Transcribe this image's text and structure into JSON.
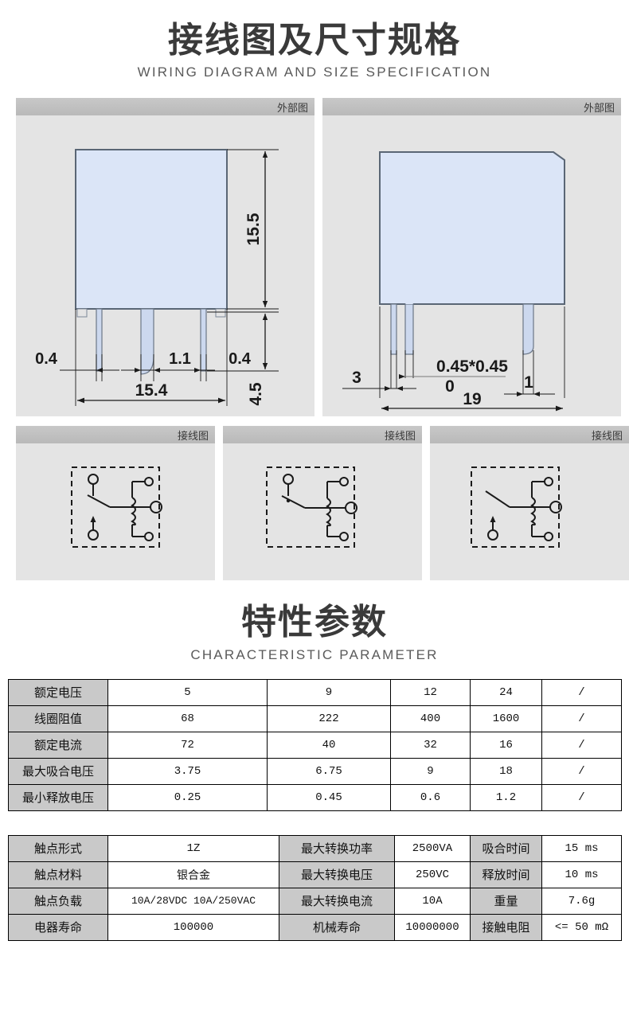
{
  "sections": {
    "wiring": {
      "title_cn": "接线图及尺寸规格",
      "title_en": "WIRING DIAGRAM AND SIZE SPECIFICATION"
    },
    "characteristic": {
      "title_cn": "特性参数",
      "title_en": "CHARACTERISTIC PARAMETER"
    }
  },
  "panels": {
    "outer_left": {
      "bar_label": "外部图",
      "dims": {
        "height": "15.5",
        "pin_width_left": "0.4",
        "pin_pitch": "1.1",
        "pin_width_right": "0.4",
        "total_width": "15.4",
        "pin_length": "4.5"
      }
    },
    "outer_right": {
      "bar_label": "外部图",
      "dims": {
        "edge": "3",
        "pin_section": "0.45*0.45",
        "zero": "0",
        "gap": "1",
        "total_width": "19"
      }
    },
    "wiring_1": {
      "bar_label": "接线图"
    },
    "wiring_2": {
      "bar_label": "接线图"
    },
    "wiring_3": {
      "bar_label": "接线图"
    }
  },
  "table_coil": {
    "rows": [
      {
        "label": "额定电压",
        "values": [
          "5",
          "9",
          "12",
          "24",
          "/"
        ]
      },
      {
        "label": "线圈阻值",
        "values": [
          "68",
          "222",
          "400",
          "1600",
          "/"
        ]
      },
      {
        "label": "额定电流",
        "values": [
          "72",
          "40",
          "32",
          "16",
          "/"
        ]
      },
      {
        "label": "最大吸合电压",
        "values": [
          "3.75",
          "6.75",
          "9",
          "18",
          "/"
        ]
      },
      {
        "label": "最小释放电压",
        "values": [
          "0.25",
          "0.45",
          "0.6",
          "1.2",
          "/"
        ]
      }
    ]
  },
  "table_contact": {
    "rows": [
      {
        "l1": "触点形式",
        "v1": "1Z",
        "l2": "最大转换功率",
        "v2": "2500VA",
        "l3": "吸合时间",
        "v3": "15 ms"
      },
      {
        "l1": "触点材料",
        "v1": "银合金",
        "l2": "最大转换电压",
        "v2": "250VC",
        "l3": "释放时间",
        "v3": "10 ms"
      },
      {
        "l1": "触点负载",
        "v1": "10A/28VDC 10A/250VAC",
        "l2": "最大转换电流",
        "v2": "10A",
        "l3": "重量",
        "v3": "7.6g"
      },
      {
        "l1": "电器寿命",
        "v1": "100000",
        "l2": "机械寿命",
        "v2": "10000000",
        "l3": "接触电阻",
        "v3": "<= 50 mΩ"
      }
    ]
  },
  "colors": {
    "body_fill": "#dbe5f7",
    "body_stroke": "#5a6675",
    "panel_bg": "#e4e4e4",
    "panel_bar": "#c3c3c3",
    "table_label_bg": "#c9c9c9",
    "line": "#1a1a1a"
  }
}
